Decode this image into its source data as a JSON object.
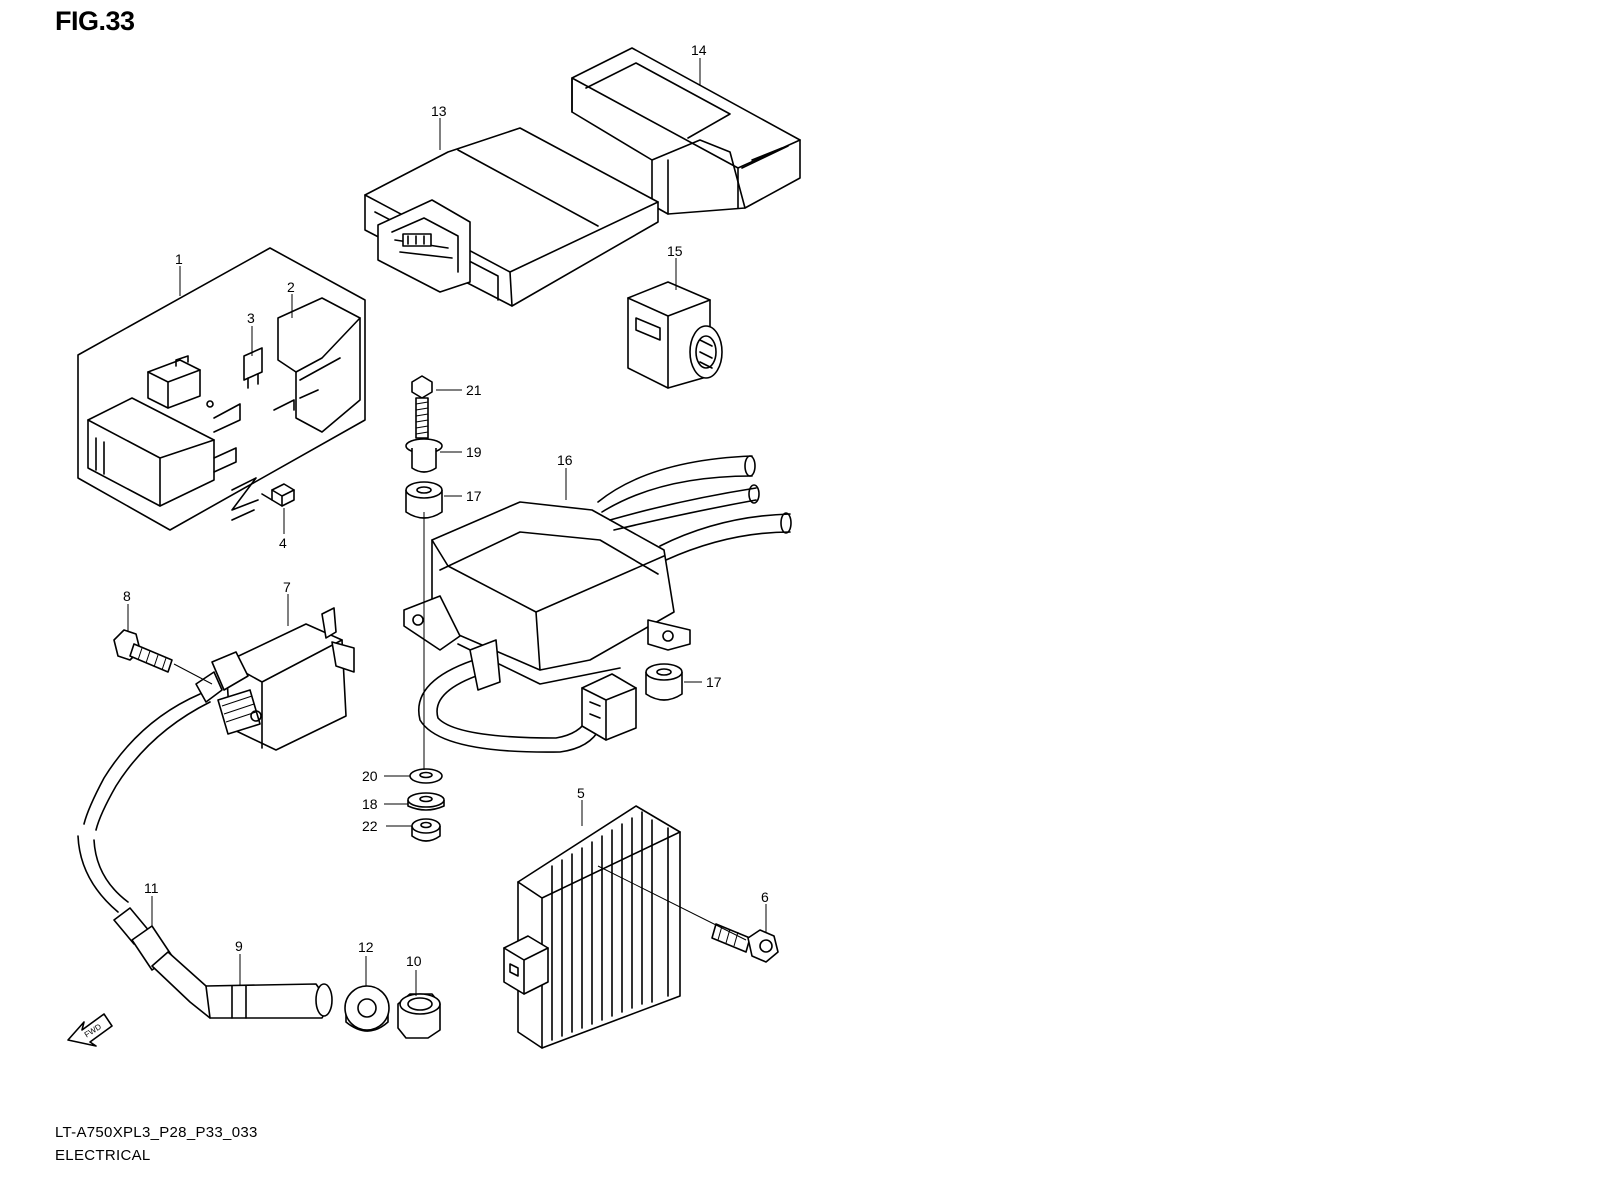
{
  "figure": {
    "title": "FIG.33",
    "model_code": "LT-A750XPL3_P28_P33_033",
    "section": "ELECTRICAL",
    "fwd_label": "FWD"
  },
  "callouts": [
    "1",
    "2",
    "3",
    "4",
    "5",
    "6",
    "7",
    "8",
    "9",
    "10",
    "11",
    "12",
    "13",
    "14",
    "15",
    "16",
    "17",
    "17",
    "18",
    "19",
    "20",
    "21",
    "22"
  ]
}
